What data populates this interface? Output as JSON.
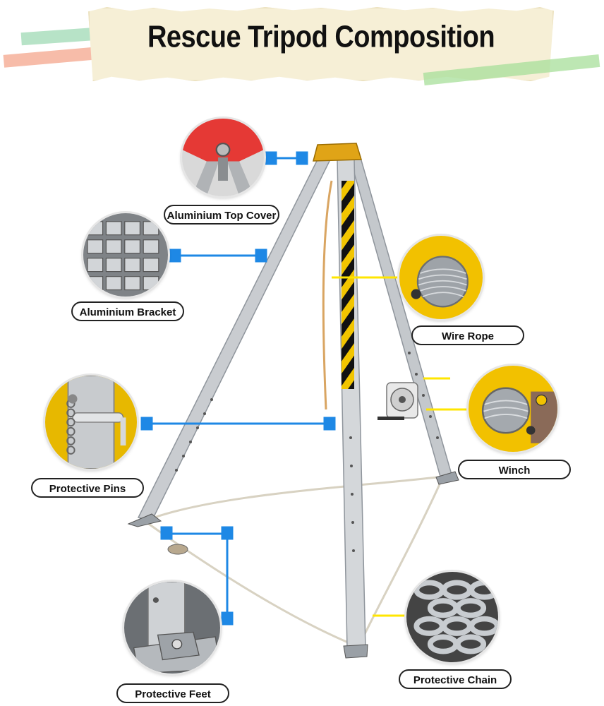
{
  "title": "Rescue Tripod Composition",
  "components": {
    "top_cover": "Aluminium Top Cover",
    "bracket": "Aluminium Bracket",
    "wire_rope": "Wire Rope",
    "winch": "Winch",
    "pins": "Protective Pins",
    "feet": "Protective Feet",
    "chain": "Protective Chain"
  },
  "colors": {
    "connector_blue": "#1e88e5",
    "connector_yellow": "#ffe600",
    "hazard_yellow": "#f2c500",
    "aluminium": "#c9ccd0"
  }
}
